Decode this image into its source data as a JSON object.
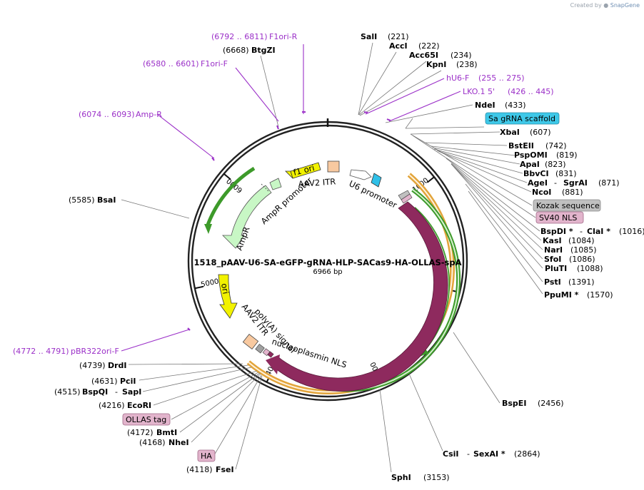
{
  "credit": {
    "prefix": "Created by",
    "brand": "SnapGene"
  },
  "plasmid": {
    "name": "1518_pAAV-U6-SA-eGFP-gRNA-HLP-SACas9-HA-OLLAS-spA",
    "size": "6966 bp",
    "length": 6966
  },
  "ticks": [
    {
      "pos": 1000,
      "label": "1000"
    },
    {
      "pos": 2000,
      "label": "2000"
    },
    {
      "pos": 3000,
      "label": "3000"
    },
    {
      "pos": 4000,
      "label": "4000"
    },
    {
      "pos": 5000,
      "label": "5000"
    },
    {
      "pos": 6000,
      "label": "6000"
    }
  ],
  "right_sites": [
    {
      "name": "SalI",
      "pos": "(221)"
    },
    {
      "name": "AccI",
      "pos": "(222)"
    },
    {
      "name": "Acc65I",
      "pos": "(234)"
    },
    {
      "name": "KpnI",
      "pos": "(238)"
    },
    {
      "name": "NdeI",
      "pos": "(433)"
    },
    {
      "name": "XbaI",
      "pos": "(607)"
    },
    {
      "name": "BstEII",
      "pos": "(742)"
    },
    {
      "name": "PspOMI",
      "pos": "(819)"
    },
    {
      "name": "ApaI",
      "pos": "(823)"
    },
    {
      "name": "BbvCI",
      "pos": "(831)"
    },
    {
      "name": "AgeI",
      "sep": "-",
      "name2": "SgrAI",
      "pos": "(871)"
    },
    {
      "name": "NcoI",
      "pos": "(881)"
    },
    {
      "name": "BspDI *",
      "sep": "-",
      "name2": "ClaI *",
      "pos": "(1016)"
    },
    {
      "name": "KasI",
      "pos": "(1084)"
    },
    {
      "name": "NarI",
      "pos": "(1085)"
    },
    {
      "name": "SfoI",
      "pos": "(1086)"
    },
    {
      "name": "PluTI",
      "pos": "(1088)"
    },
    {
      "name": "PstI",
      "pos": "(1391)"
    },
    {
      "name": "PpuMI *",
      "pos": "(1570)"
    },
    {
      "name": "BspEI",
      "pos": "(2456)"
    },
    {
      "name": "CsiI",
      "sep": "-",
      "name2": "SexAI *",
      "pos": "(2864)"
    },
    {
      "name": "SphI",
      "pos": "(3153)"
    }
  ],
  "left_sites": [
    {
      "name": "BtgZI",
      "pos": "(6668)"
    },
    {
      "name": "BsaI",
      "pos": "(5585)"
    },
    {
      "name": "DrdI",
      "pos": "(4739)"
    },
    {
      "name": "PciI",
      "pos": "(4631)"
    },
    {
      "name": "BspQI",
      "sep": "-",
      "name2": "SapI",
      "pos": "(4515)"
    },
    {
      "name": "EcoRI",
      "pos": "(4216)"
    },
    {
      "name": "BmtI",
      "pos": "(4172)"
    },
    {
      "name": "NheI",
      "pos": "(4168)"
    },
    {
      "name": "FseI",
      "pos": "(4118)"
    }
  ],
  "primers": [
    {
      "name": "F1ori-R",
      "range": "(6792 .. 6811)"
    },
    {
      "name": "F1ori-F",
      "range": "(6580 .. 6601)"
    },
    {
      "name": "Amp-R",
      "range": "(6074 .. 6093)"
    },
    {
      "name": "pBR322ori-F",
      "range": "(4772 .. 4791)"
    },
    {
      "name": "hU6-F",
      "range": "(255 .. 275)"
    },
    {
      "name": "LKO.1 5'",
      "range": "(426 .. 445)"
    }
  ],
  "boxed_features": [
    {
      "name": "Sa gRNA scaffold",
      "color": "#3ec8e8"
    },
    {
      "name": "Kozak sequence",
      "color": "#c0c0c0"
    },
    {
      "name": "SV40 NLS",
      "color": "#e2b4cc"
    },
    {
      "name": "OLLAS tag",
      "color": "#e2b4cc"
    },
    {
      "name": "HA",
      "color": "#e2b4cc"
    }
  ],
  "features": {
    "f1_ori": "f1 ori",
    "aav2_itr_top": "AAV2 ITR",
    "u6_promoter": "U6 promoter",
    "ampr_promoter": "AmpR promoter",
    "ampr": "AmpR",
    "ori": "ori",
    "aav2_itr_bottom": "AAV2 ITR",
    "polya": "poly(A) signal",
    "nls": "nucleoplasmin NLS",
    "sacas9": "SaCas9"
  },
  "colors": {
    "sacas9": "#8e2a5e",
    "orange": "#e2a43a",
    "green": "#3d9a2a",
    "yellow": "#f2f200",
    "ampr": "#c8f7c5",
    "itr": "#f8c9a0",
    "u6": "#2fc0e8",
    "primer": "#9b30c8"
  }
}
